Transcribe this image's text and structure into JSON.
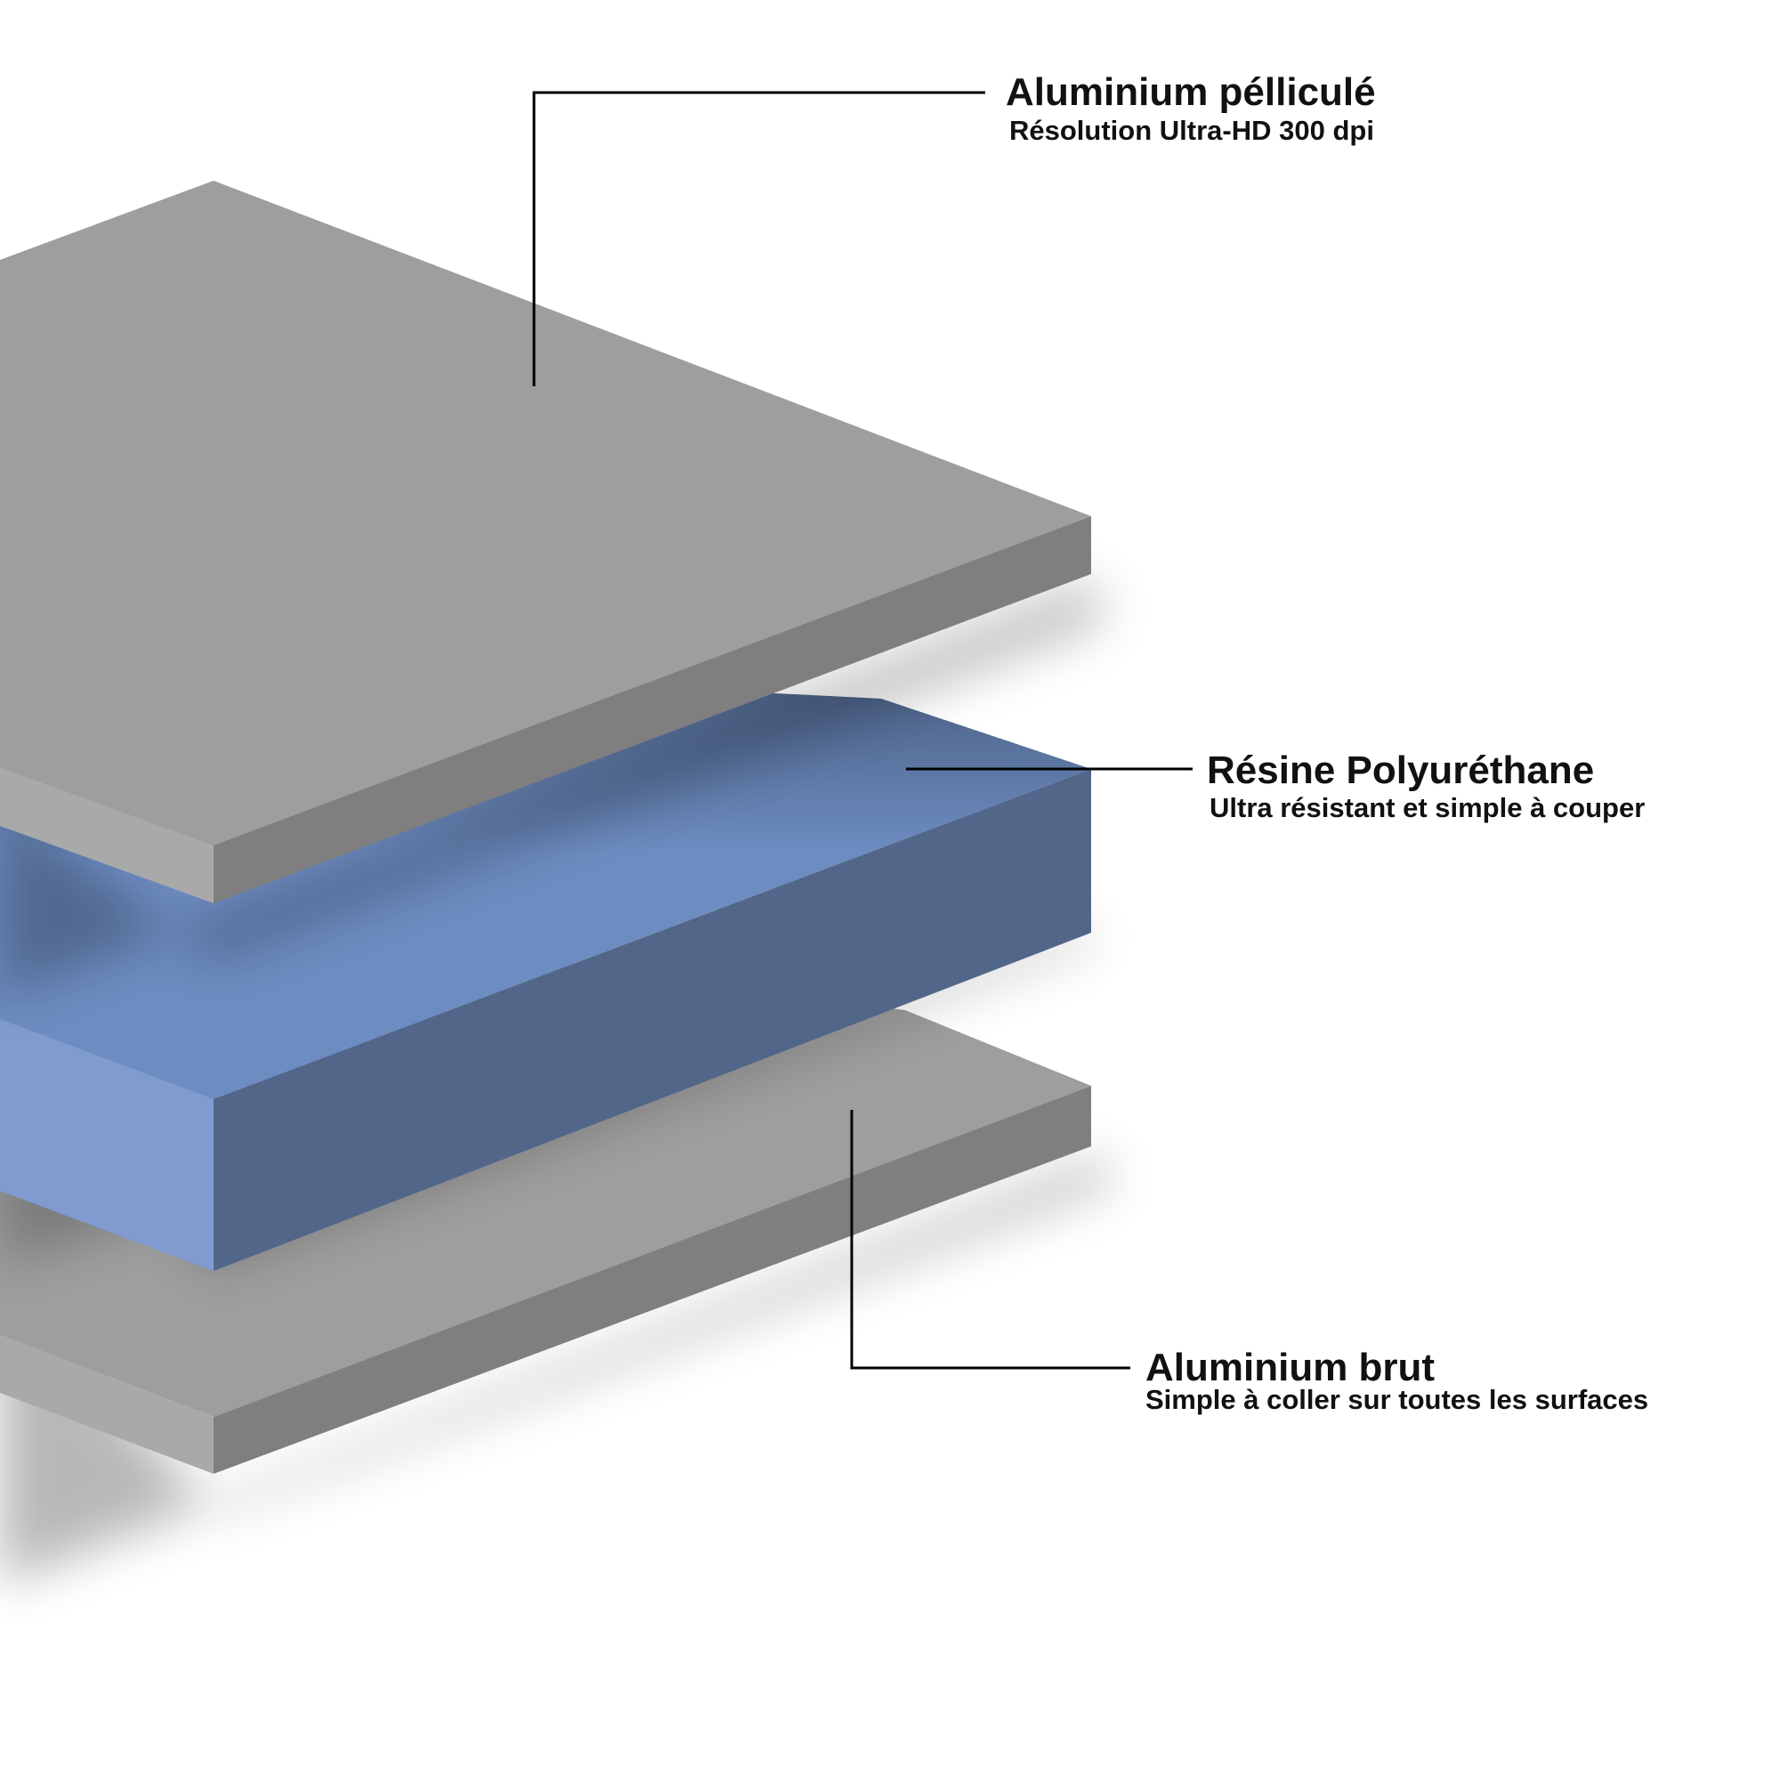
{
  "colors": {
    "aluminium_top": "#9e9e9e",
    "aluminium_side": "#7f7f7f",
    "aluminium_front": "#a9a9a9",
    "resin_top": "#6d8cc1",
    "resin_side": "#526689",
    "resin_front": "#7f9bcf",
    "label_text": "#111111"
  },
  "layers": [
    {
      "key": "top",
      "title": "Aluminium pélliculé",
      "subtitle": "Résolution Ultra-HD 300 dpi"
    },
    {
      "key": "middle",
      "title": "Résine Polyuréthane",
      "subtitle": "Ultra résistant et simple à couper"
    },
    {
      "key": "bottom",
      "title": "Aluminium brut",
      "subtitle": "Simple à coller sur toutes les surfaces"
    }
  ]
}
